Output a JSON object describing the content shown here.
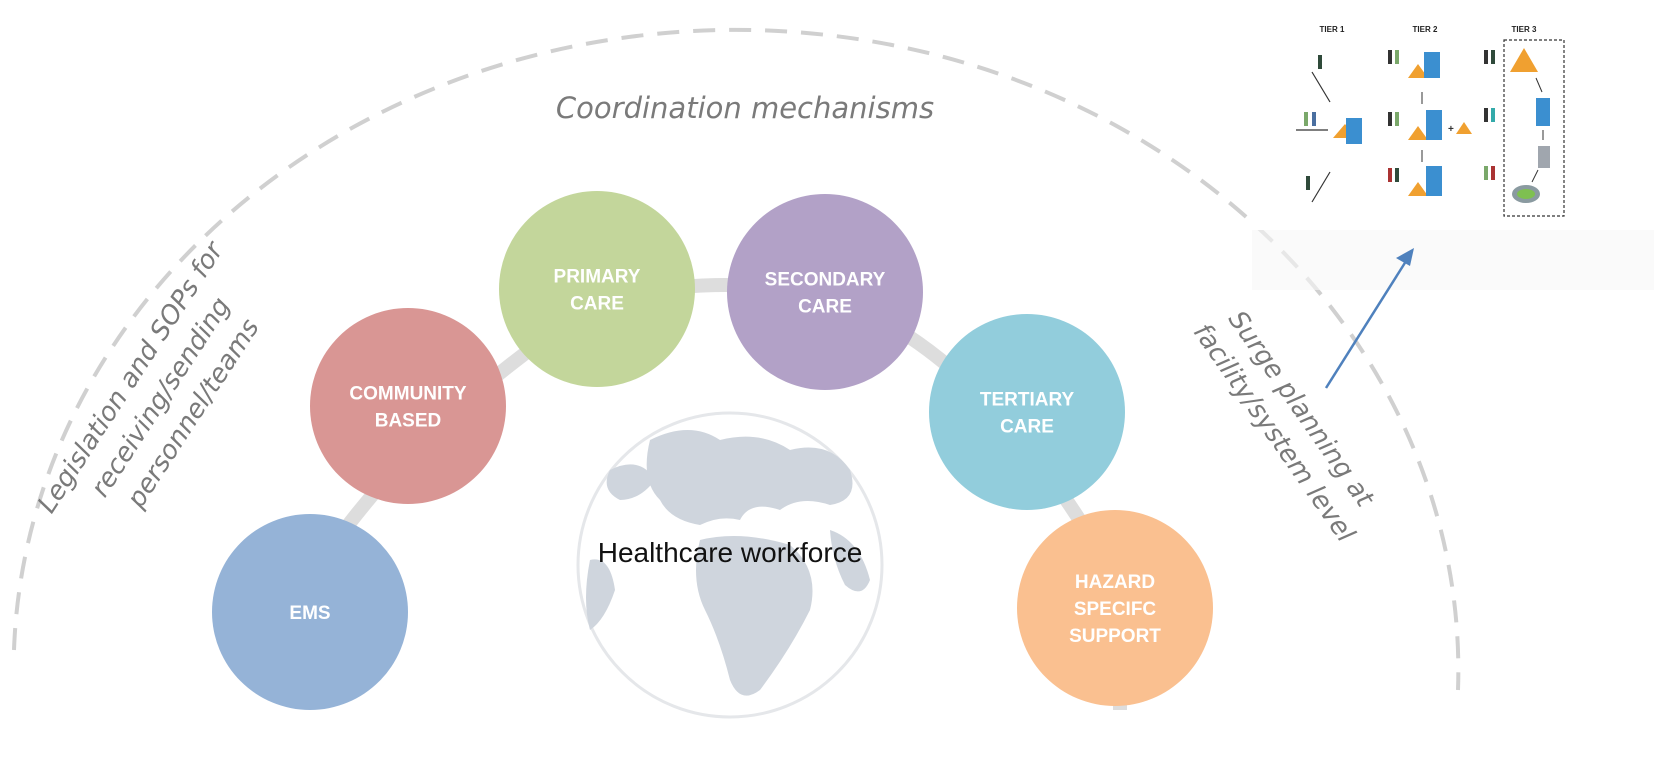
{
  "top_label": "Coordination mechanisms",
  "left_label": [
    "Legislation and SOPs for",
    "receiving/sending",
    "personnel/teams"
  ],
  "right_label": [
    "Surge planning at",
    "facility/system level"
  ],
  "center_label": "Healthcare workforce",
  "nodes": [
    {
      "lines": [
        "EMS"
      ],
      "color": "#95b3d7"
    },
    {
      "lines": [
        "COMMUNITY",
        "BASED"
      ],
      "color": "#d99694"
    },
    {
      "lines": [
        "PRIMARY",
        "CARE"
      ],
      "color": "#c3d69b"
    },
    {
      "lines": [
        "SECONDARY",
        "CARE"
      ],
      "color": "#b2a1c7"
    },
    {
      "lines": [
        "TERTIARY",
        "CARE"
      ],
      "color": "#92cddc"
    },
    {
      "lines": [
        "HAZARD",
        "SPECIFC",
        "SUPPORT"
      ],
      "color": "#fac090"
    }
  ],
  "inset": {
    "tiers": [
      "TIER 1",
      "TIER 2",
      "TIER 3"
    ]
  },
  "colors": {
    "dashed_arc": "#d0d0d0",
    "connector": "#d9d9d9",
    "arrow": "#4f81bd",
    "globe": "#cfd5dd"
  }
}
